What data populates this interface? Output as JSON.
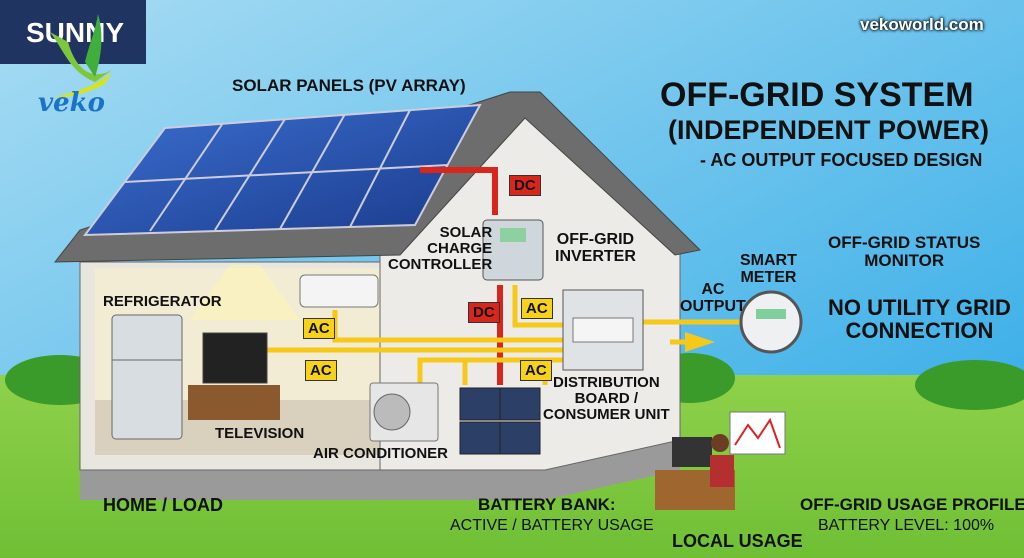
{
  "brand": {
    "badge": "SUNNY",
    "logo": "veko",
    "website": "vekoworld.com"
  },
  "title": {
    "line1": "OFF-GRID SYSTEM",
    "line2": "(INDEPENDENT POWER)",
    "line3": "- AC OUTPUT FOCUSED DESIGN"
  },
  "labels": {
    "solar_panels": "SOLAR PANELS (PV ARRAY)",
    "charge_controller": "SOLAR\nCHARGE\nCONTROLLER",
    "inverter": "OFF-GRID\nINVERTER",
    "refrigerator": "REFRIGERATOR",
    "television": "TELEVISION",
    "air_conditioner": "AIR CONDITIONER",
    "distribution_board": "DISTRIBUTION\nBOARD /\nCONSUMER UNIT",
    "ac_output": "AC\nOUTPUT",
    "smart_meter": "SMART\nMETER",
    "status_monitor": "OFF-GRID STATUS\nMONITOR",
    "no_grid": "NO UTILITY GRID\nCONNECTION",
    "home_load": "HOME / LOAD",
    "battery_bank_title": "BATTERY BANK:",
    "battery_bank_sub": "ACTIVE / BATTERY USAGE",
    "local_usage": "LOCAL USAGE",
    "usage_profile": "OFF-GRID USAGE PROFILE",
    "battery_level": "BATTERY LEVEL: 100%"
  },
  "tags": {
    "dc": "DC",
    "ac": "AC"
  },
  "colors": {
    "dc_wire": "#d9261c",
    "ac_wire": "#f6c81a",
    "badge": "#1f3461"
  }
}
